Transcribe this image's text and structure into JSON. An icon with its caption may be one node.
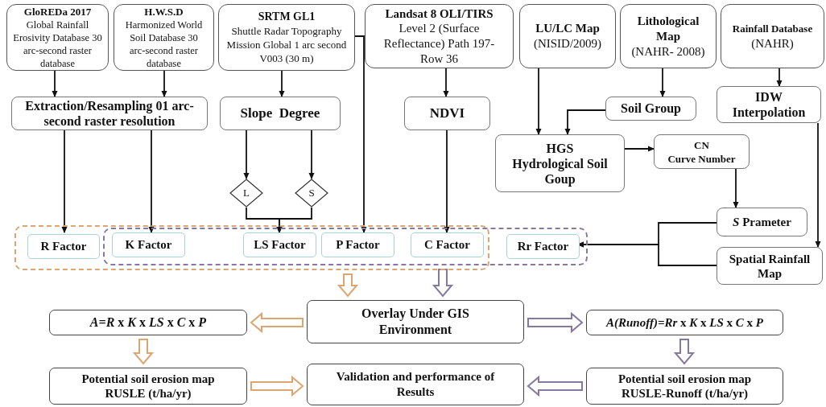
{
  "diagram": {
    "nodes": [
      {
        "text": [
          "GloREDa 2017",
          "Global Rainfall Erosivity Database 30 arc-second raster database"
        ]
      },
      {
        "text": [
          "H.W.S.D",
          "Harmonized World Soil Database 30 arc-second raster database"
        ]
      },
      {
        "text": [
          "SRTM GL1",
          "Shuttle Radar Topography Mission Global 1 arc second V003 (30 m)"
        ]
      },
      {
        "text": [
          "Landsat 8 OLI/TIRS",
          "Level 2 (Surface Reflectance) Path 197- Row 36"
        ]
      },
      {
        "text": [
          "LU/LC Map",
          "(NISID/2009)"
        ]
      },
      {
        "text": [
          "Lithological Map",
          "(NAHR- 2008)"
        ]
      },
      {
        "text": [
          "Rainfall Database",
          "(NAHR)"
        ]
      },
      {
        "text": [
          "Extraction/Resampling 01 arc-second raster resolution"
        ]
      },
      {
        "text": [
          "Slope  Degree"
        ]
      },
      {
        "text": [
          "NDVI"
        ]
      },
      {
        "text": [
          "Soil Group"
        ]
      },
      {
        "text": [
          "IDW Interpolation"
        ]
      },
      {
        "text": [
          "HGS",
          "Hydrological Soil Goup"
        ]
      },
      {
        "text": [
          "CN",
          "Curve Number"
        ]
      },
      {
        "text": [
          "L"
        ]
      },
      {
        "text": [
          "S"
        ]
      },
      {
        "text": [],
        "shape": "box"
      },
      {
        "text": [],
        "shape": "box"
      },
      {
        "text": [
          "R Factor"
        ],
        "in": 16
      },
      {
        "text": [
          "K Factor"
        ]
      },
      {
        "text": [
          "LS Factor"
        ]
      },
      {
        "text": [
          "P Factor"
        ]
      },
      {
        "text": [
          "C Factor"
        ]
      },
      {
        "text": [
          "Rr Factor"
        ],
        "in": 17
      },
      {
        "text": [
          "*S* Prameter"
        ]
      },
      {
        "text": [
          "Spatial Rainfall Map"
        ]
      },
      {
        "text": [
          "Overlay Under GIS Environment"
        ]
      },
      {
        "text": [
          "*A=R* x *K* x *LS* x *C* x *P*"
        ]
      },
      {
        "text": [
          "*A(Runoff)=Rr* x *K* x *LS* x *C* x *P*"
        ]
      },
      {
        "text": [
          "Potential soil erosion map RUSLE (t/ha/yr)"
        ]
      },
      {
        "text": [
          "Validation and performance of Results"
        ]
      },
      {
        "text": [
          "Potential soil erosion map RUSLE-Runoff (t/ha/yr)"
        ]
      }
    ],
    "edges": [
      {
        "from": 0,
        "to": 7,
        "arrow": "to"
      },
      {
        "from": 1,
        "to": 7,
        "arrow": "to"
      },
      {
        "from": 2,
        "to": 8,
        "arrow": "to"
      },
      {
        "from": 2,
        "to": 21,
        "arrow": "to"
      },
      {
        "from": 3,
        "to": 9,
        "arrow": "to"
      },
      {
        "from": 4,
        "to": 12,
        "arrow": "to"
      },
      {
        "from": 5,
        "to": 10,
        "arrow": "to"
      },
      {
        "from": 10,
        "to": 12,
        "arrow": "to"
      },
      {
        "from": 6,
        "to": 11,
        "arrow": "to"
      },
      {
        "from": 12,
        "to": 13,
        "arrow": "to"
      },
      {
        "from": 7,
        "to": 18,
        "arrow": "to"
      },
      {
        "from": 7,
        "to": 19,
        "arrow": "to"
      },
      {
        "from": 8,
        "to": 14,
        "arrow": "to"
      },
      {
        "from": 8,
        "to": 15,
        "arrow": "to"
      },
      {
        "from": 14,
        "to": 20,
        "arrow": "to"
      },
      {
        "from": 15,
        "to": 20,
        "arrow": "to"
      },
      {
        "from": 9,
        "to": 22,
        "arrow": "to"
      },
      {
        "from": 13,
        "to": 24,
        "arrow": "to"
      },
      {
        "from": 11,
        "to": 25,
        "arrow": "to"
      },
      {
        "from": 24,
        "to": 23,
        "arrow": "to"
      },
      {
        "from": 25,
        "to": 23,
        "arrow": "to"
      },
      {
        "from": 16,
        "to": 26,
        "arrow": "to",
        "style": "thick",
        "color": "#dba670"
      },
      {
        "from": 17,
        "to": 26,
        "arrow": "to",
        "style": "thick",
        "color": "#86799f"
      },
      {
        "from": 26,
        "to": 27,
        "arrow": "to",
        "style": "thick",
        "color": "#dba670"
      },
      {
        "from": 26,
        "to": 28,
        "arrow": "to",
        "style": "thick",
        "color": "#86799f"
      },
      {
        "from": 27,
        "to": 29,
        "arrow": "to",
        "style": "thick",
        "color": "#dba670"
      },
      {
        "from": 28,
        "to": 31,
        "arrow": "to",
        "style": "thick",
        "color": "#86799f"
      },
      {
        "from": 29,
        "to": 30,
        "arrow": "to",
        "style": "thick",
        "color": "#dba670"
      },
      {
        "from": 31,
        "to": 30,
        "arrow": "to",
        "style": "thick",
        "color": "#86799f"
      }
    ]
  }
}
